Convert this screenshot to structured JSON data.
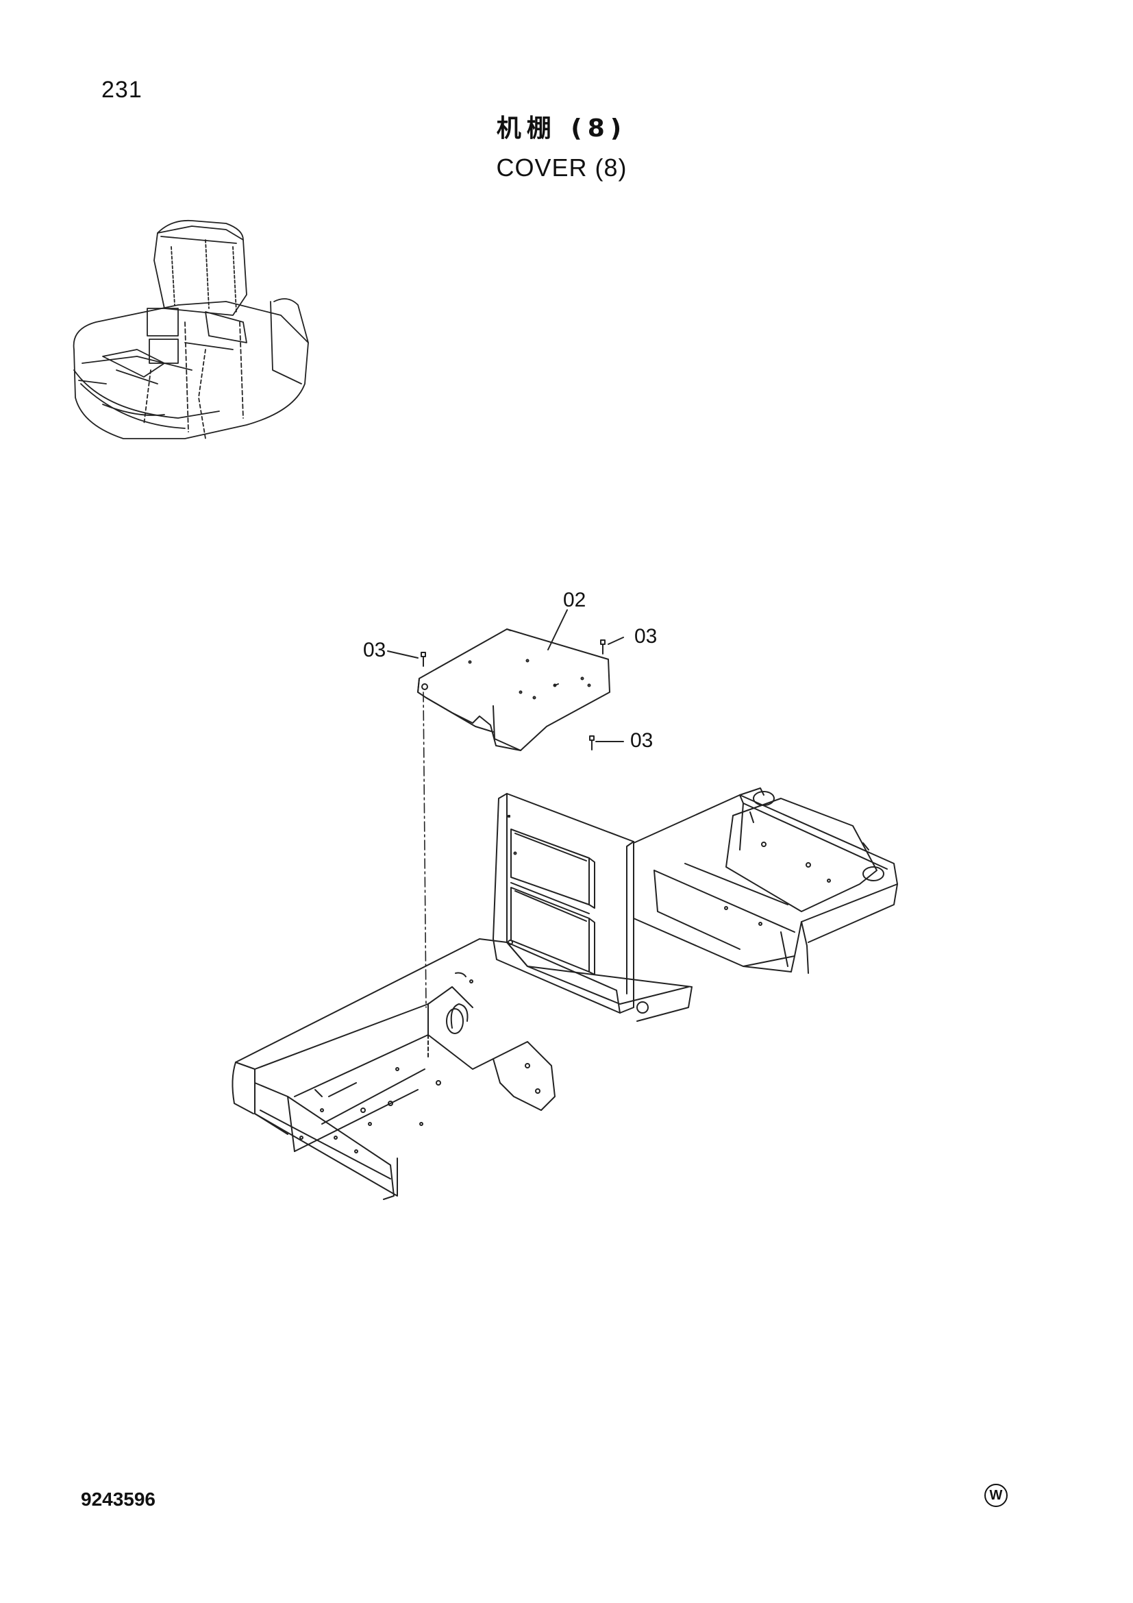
{
  "header": {
    "page_number": "231",
    "title_cn": "机棚 (8)",
    "title_en": "COVER (8)"
  },
  "callouts": [
    {
      "id": "callout-02",
      "text": "02"
    },
    {
      "id": "callout-03-left",
      "text": "03"
    },
    {
      "id": "callout-03-right",
      "text": "03"
    },
    {
      "id": "callout-03-lower",
      "text": "03"
    }
  ],
  "footer": {
    "part_code": "9243596",
    "mark": "W"
  }
}
